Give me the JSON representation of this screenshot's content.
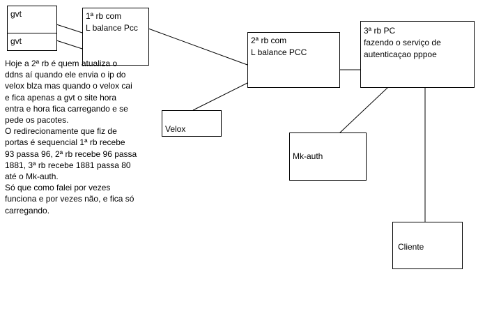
{
  "nodes": {
    "gvt1": {
      "lines": [
        "gvt"
      ]
    },
    "gvt2": {
      "lines": [
        "gvt"
      ]
    },
    "rb1": {
      "lines": [
        "1ª rb com",
        "L balance Pcc"
      ]
    },
    "rb2": {
      "lines": [
        "2ª rb com",
        "L balance PCC"
      ]
    },
    "rb3": {
      "lines": [
        "3ª rb PC",
        "fazendo o serviço de",
        "autenticaçao pppoe"
      ]
    },
    "velox": {
      "lines": [
        "Velox"
      ]
    },
    "mkauth": {
      "lines": [
        "Mk-auth"
      ]
    },
    "cliente": {
      "lines": [
        "Cliente"
      ]
    }
  },
  "note": {
    "lines": [
      "Hoje a 2ª rb é quem atualiza o",
      "ddns aí quando ele envia o ip do",
      "velox blza mas quando o velox cai",
      "e fica apenas a gvt o site hora",
      "entra  e hora fica carregando e se",
      "pede os pacotes.",
      "O redirecionamente que fiz de",
      "portas é sequencial 1ª rb recebe",
      "93 passa 96, 2ª rb recebe 96 passa",
      "1881, 3ª rb recebe 1881 passa 80",
      "até o Mk-auth.",
      "Só que como falei por vezes",
      "funciona e por vezes não, e fica só",
      "carregando."
    ]
  }
}
